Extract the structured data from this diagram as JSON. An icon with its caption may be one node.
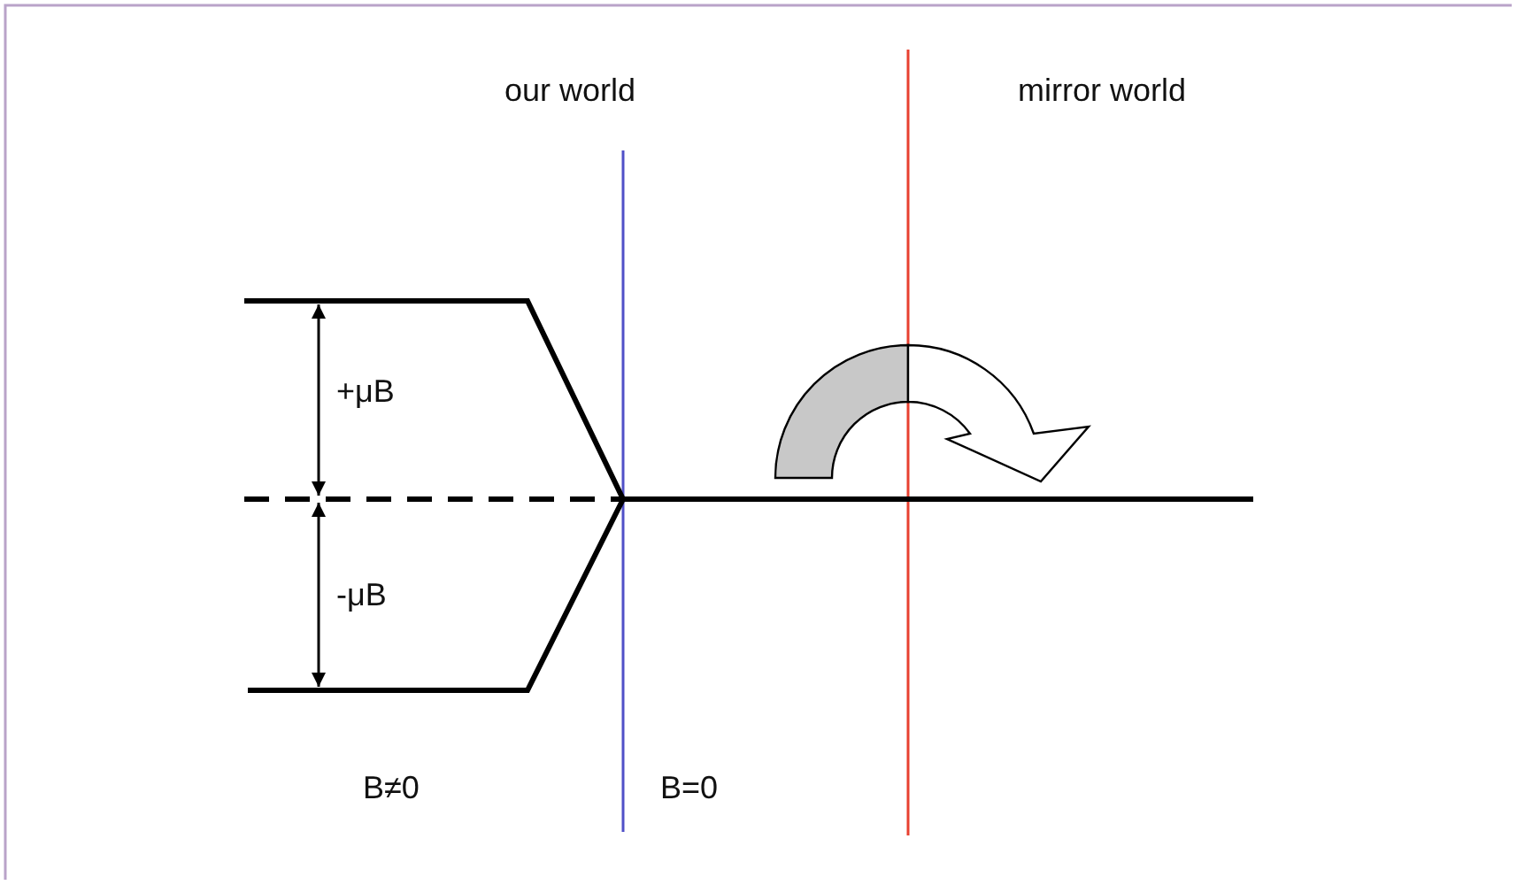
{
  "diagram": {
    "labels": [
      "our world",
      "mirror world",
      "+μB",
      "-μB",
      "B≠0",
      "B=0"
    ]
  }
}
